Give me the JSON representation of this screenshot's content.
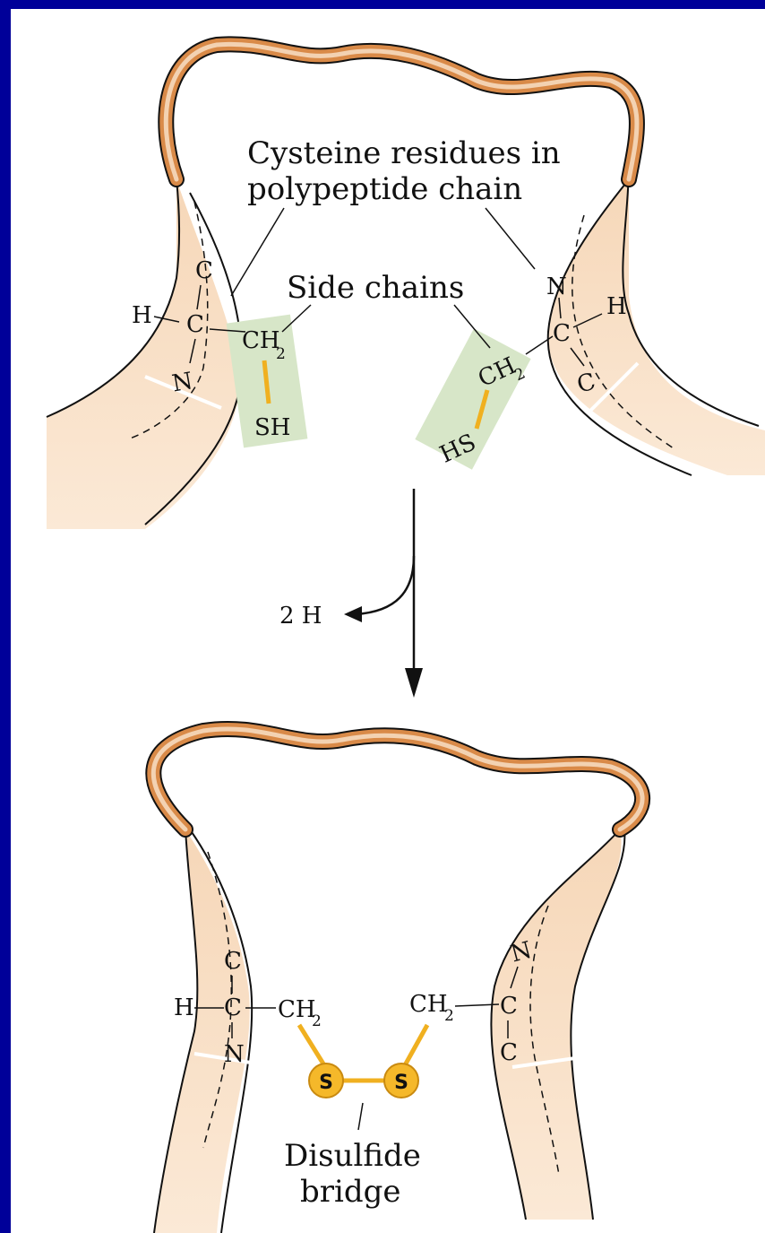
{
  "labels": {
    "cysteine_line1": "Cysteine residues in",
    "cysteine_line2": "polypeptide chain",
    "side_chains": "Side chains",
    "hydrogen_released": "2 H",
    "disulfide_line1": "Disulfide",
    "disulfide_line2": "bridge"
  },
  "atoms": {
    "H": "H",
    "C": "C",
    "N": "N",
    "CH": "CH",
    "subscript_2": "2",
    "SH": "SH",
    "HS": "HS",
    "S": "S"
  },
  "colors": {
    "frame": "#000099",
    "ribbon_outer": "#c97a3c",
    "ribbon_inner": "#f3d2b2",
    "ribbon_body": "#f2c9a0",
    "side_chain_box": "#d7e6c8",
    "sulfur_bond": "#f0b020",
    "sulfur_atom": "#f5b82a"
  },
  "icons": [
    "down-arrow-icon",
    "curved-arrow-icon"
  ]
}
